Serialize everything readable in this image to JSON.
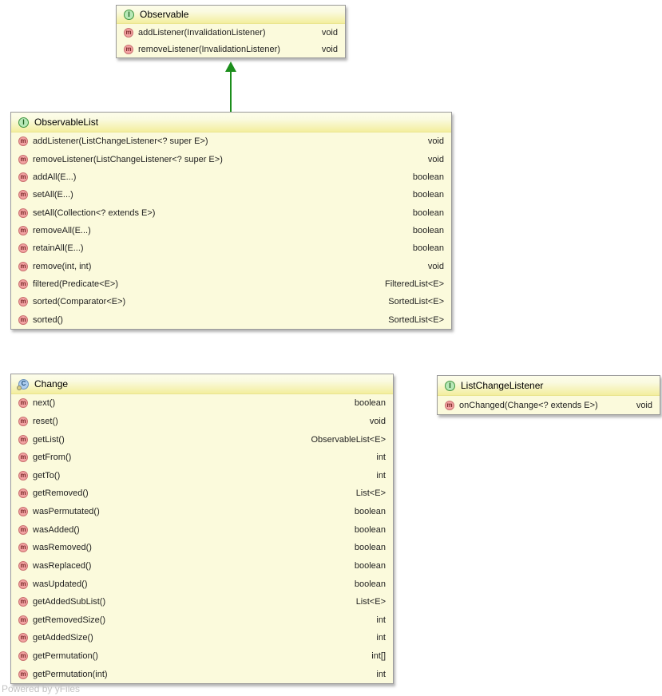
{
  "watermark": "Powered by yFiles",
  "colors": {
    "header_gradient_top": "#fdfdea",
    "header_gradient_bottom": "#f3ee9e",
    "body_fill": "#fbfadc",
    "border": "#9a9a9a",
    "arrow_green": "#1c8e1c",
    "interface_icon_fill": "#b7e8b7",
    "interface_icon_border": "#3f943f",
    "class_icon_fill": "#aecdee",
    "class_icon_border": "#6a92bd",
    "method_icon_fill": "#f2a2a2",
    "method_icon_border": "#c97070",
    "text": "#1f1f1f",
    "watermark_text": "#c3c3c3"
  },
  "icons": {
    "interface_letter": "I",
    "class_letter": "C",
    "method_letter": "m"
  },
  "classes": [
    {
      "name": "Observable",
      "kind": "interface",
      "methods": [
        {
          "signature": "addListener(InvalidationListener)",
          "returns": "void"
        },
        {
          "signature": "removeListener(InvalidationListener)",
          "returns": "void"
        }
      ]
    },
    {
      "name": "ObservableList",
      "kind": "interface",
      "methods": [
        {
          "signature": "addListener(ListChangeListener<? super E>)",
          "returns": "void"
        },
        {
          "signature": "removeListener(ListChangeListener<? super E>)",
          "returns": "void"
        },
        {
          "signature": "addAll(E...)",
          "returns": "boolean"
        },
        {
          "signature": "setAll(E...)",
          "returns": "boolean"
        },
        {
          "signature": "setAll(Collection<? extends E>)",
          "returns": "boolean"
        },
        {
          "signature": "removeAll(E...)",
          "returns": "boolean"
        },
        {
          "signature": "retainAll(E...)",
          "returns": "boolean"
        },
        {
          "signature": "remove(int, int)",
          "returns": "void"
        },
        {
          "signature": "filtered(Predicate<E>)",
          "returns": "FilteredList<E>"
        },
        {
          "signature": "sorted(Comparator<E>)",
          "returns": "SortedList<E>"
        },
        {
          "signature": "sorted()",
          "returns": "SortedList<E>"
        }
      ]
    },
    {
      "name": "Change",
      "kind": "class",
      "methods": [
        {
          "signature": "next()",
          "returns": "boolean"
        },
        {
          "signature": "reset()",
          "returns": "void"
        },
        {
          "signature": "getList()",
          "returns": "ObservableList<E>"
        },
        {
          "signature": "getFrom()",
          "returns": "int"
        },
        {
          "signature": "getTo()",
          "returns": "int"
        },
        {
          "signature": "getRemoved()",
          "returns": "List<E>"
        },
        {
          "signature": "wasPermutated()",
          "returns": "boolean"
        },
        {
          "signature": "wasAdded()",
          "returns": "boolean"
        },
        {
          "signature": "wasRemoved()",
          "returns": "boolean"
        },
        {
          "signature": "wasReplaced()",
          "returns": "boolean"
        },
        {
          "signature": "wasUpdated()",
          "returns": "boolean"
        },
        {
          "signature": "getAddedSubList()",
          "returns": "List<E>"
        },
        {
          "signature": "getRemovedSize()",
          "returns": "int"
        },
        {
          "signature": "getAddedSize()",
          "returns": "int"
        },
        {
          "signature": "getPermutation()",
          "returns": "int[]"
        },
        {
          "signature": "getPermutation(int)",
          "returns": "int"
        }
      ]
    },
    {
      "name": "ListChangeListener",
      "kind": "interface",
      "methods": [
        {
          "signature": "onChanged(Change<? extends E>)",
          "returns": "void"
        }
      ]
    }
  ],
  "relations": [
    {
      "type": "extends",
      "from": "ObservableList",
      "to": "Observable"
    }
  ]
}
